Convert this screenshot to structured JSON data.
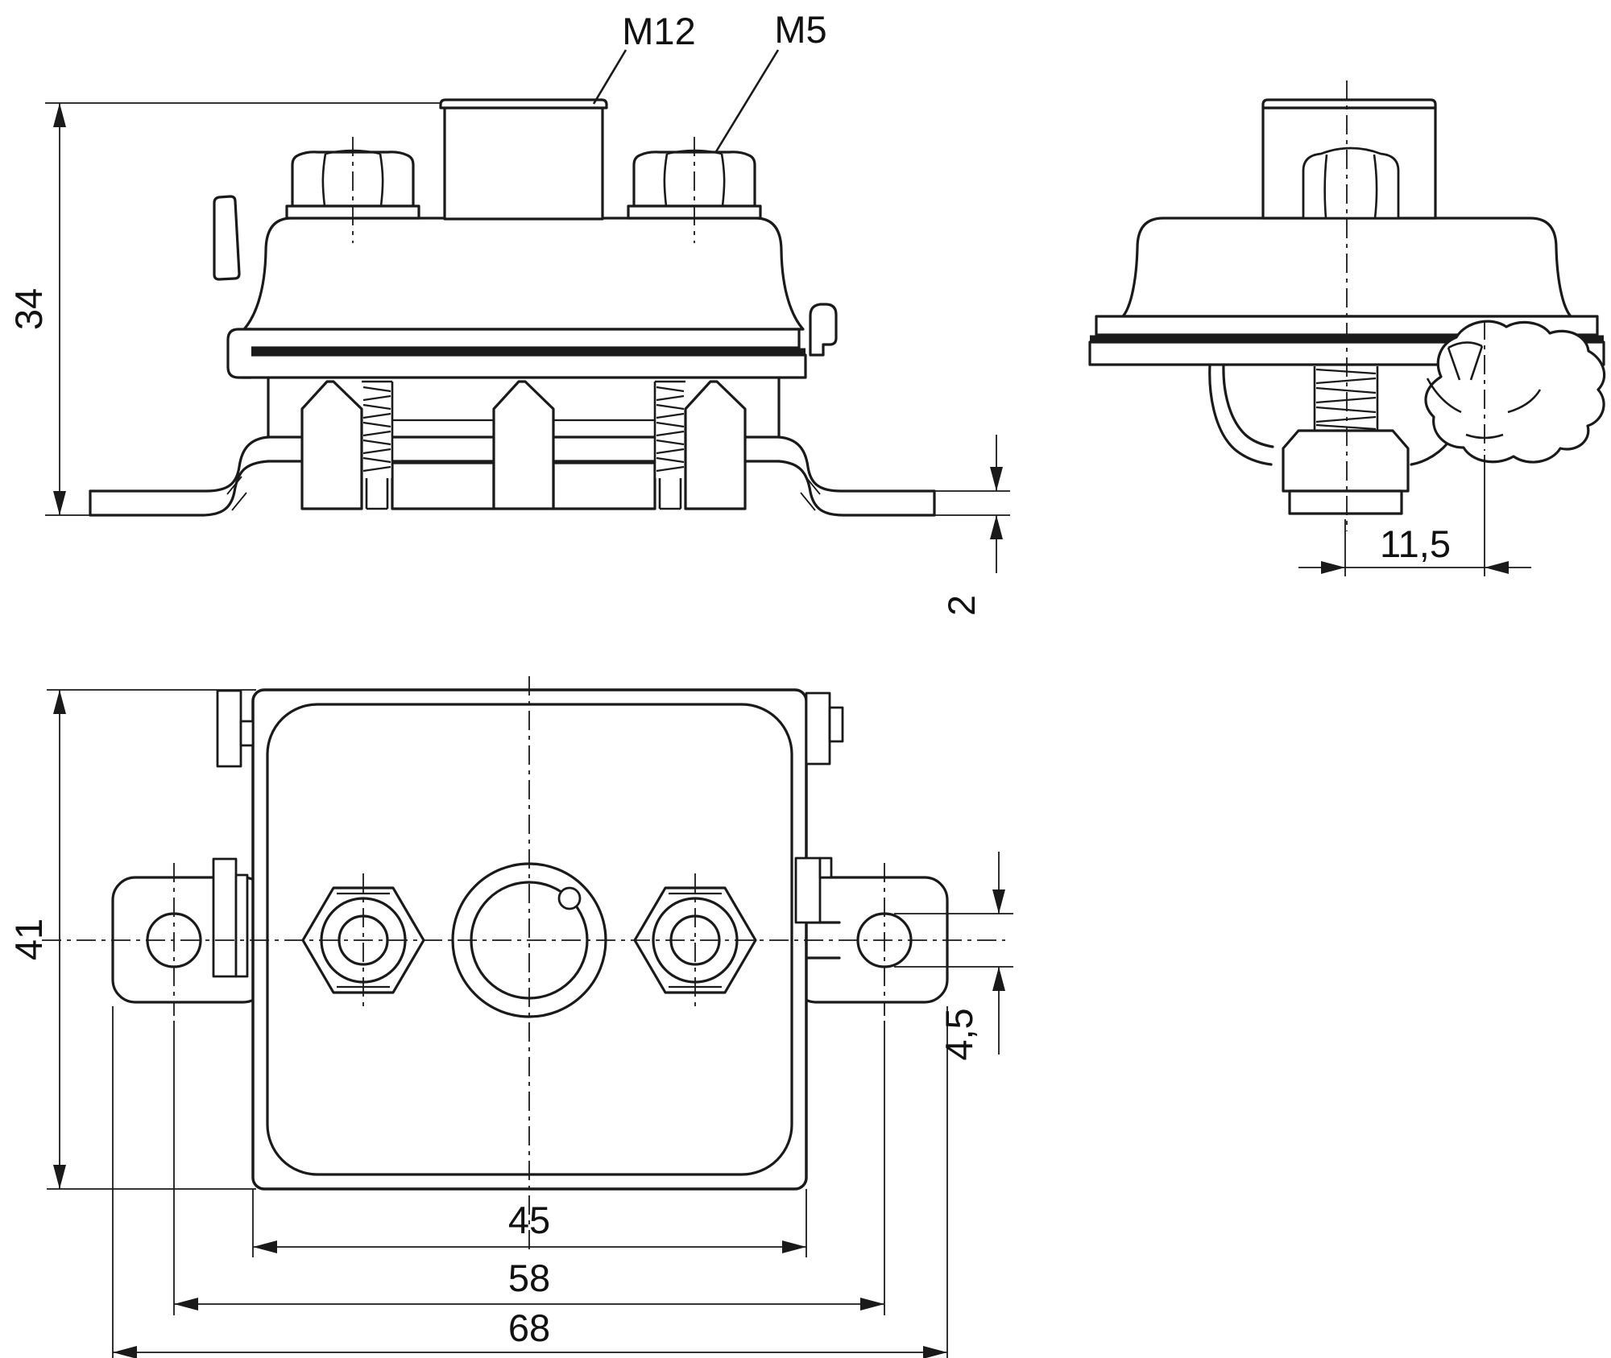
{
  "drawing": {
    "type": "engineering-dimension-drawing",
    "background": "#ffffff",
    "line_color": "#1a1a1a",
    "labels": {
      "stud_thread": "M12",
      "nut_thread": "M5"
    },
    "dimensions": {
      "front_height": "34",
      "bracket_thickness": "2",
      "side_offset": "11,5",
      "body_height": "41",
      "body_width": "45",
      "hole_spacing": "58",
      "overall_width": "68",
      "hole_diameter": "4,5"
    }
  }
}
